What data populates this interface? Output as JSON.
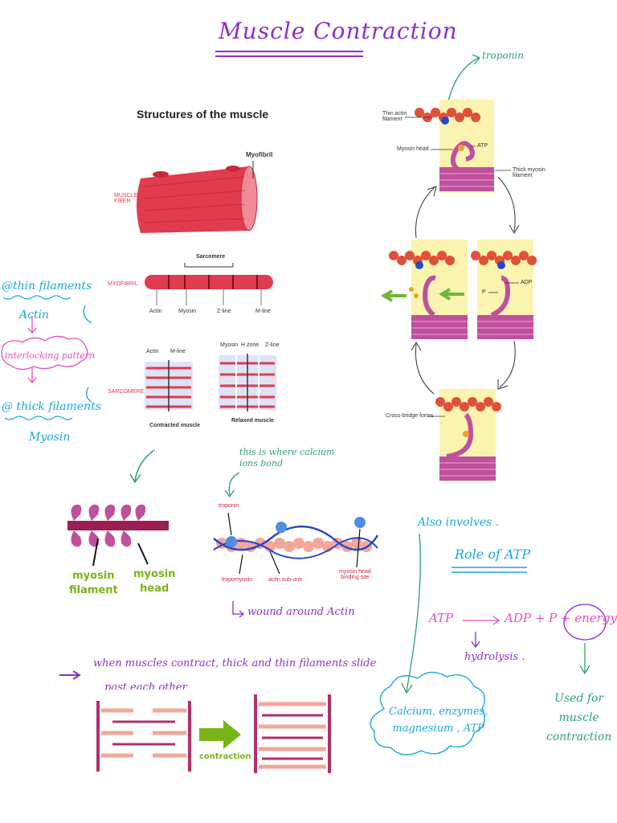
{
  "title": "Muscle Contraction",
  "colors": {
    "purple": "#8b2fc9",
    "cyan": "#1aa7d6",
    "pink": "#e54fc0",
    "green": "#2aa36b",
    "blue": "#3a5bd9",
    "muscle_red": "#e03b4e",
    "actin": "#e0503a",
    "myosin": "#c0509c",
    "yellow_bg": "#fbf4b0"
  },
  "structures": {
    "heading": "Structures of the muscle",
    "myofibril_label": "Myofibril",
    "muscle_fiber_label": "MUSCLE\nFIBER",
    "sarcomere_label": "Sarcomere",
    "myofibril_side": "MYOFIBRIL",
    "actin": "Actin",
    "myosin": "Myosin",
    "z_line": "Z-line",
    "m_line": "M-line",
    "sarcomere_side": "SARCOMERE",
    "actin2": "Actin",
    "m_line2": "M-line",
    "myosin2": "Myosin",
    "h_zone": "H zone",
    "z_line2": "Z-line",
    "contracted": "Contracted muscle",
    "relaxed": "Relaxed muscle"
  },
  "left_notes": {
    "thin": "@thin filaments",
    "actin": "Actin",
    "pattern": "interlocking pattern",
    "thick": "@ thick filaments",
    "myosin": "Myosin"
  },
  "myosin_panel": {
    "filament": "myosin\nfilament",
    "head": "myosin\nhead"
  },
  "actin_panel": {
    "calcium_note": "this is where calcium\nions bond",
    "troponin": "troponin",
    "tropomyosin": "tropomyosin",
    "actin_sub": "actin sub-unit",
    "binding": "myosin head\nbinding site",
    "wound": "wound around Actin"
  },
  "cycle": {
    "troponin_note": "troponin",
    "thin_actin": "Thin actin\nfilament",
    "myosin_head": "Myosin head",
    "atp": "ATP",
    "thick_myosin": "Thick myosin\nfilament",
    "adp": "ADP",
    "p": "P",
    "cross_bridge": "Cross-bridge forms"
  },
  "right_notes": {
    "also": "Also involves .",
    "role": "Role of ATP",
    "atp": "ATP",
    "products": "ADP + P + energy",
    "hydrolysis": "hydrolysis .",
    "used": "Used for\nmuscle\ncontraction",
    "cloud": "Calcium, enzymes,\nmagnesium , ATP"
  },
  "bottom": {
    "note1": "when muscles contract, thick and thin filaments slide",
    "note2": "past each other",
    "contraction": "contraction"
  }
}
